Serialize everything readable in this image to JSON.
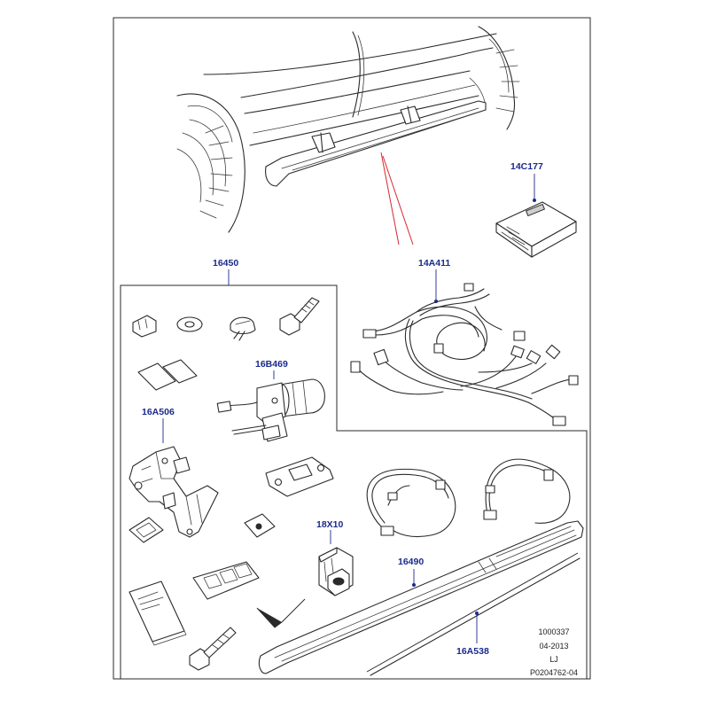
{
  "diagram": {
    "callouts": {
      "module": "14C177",
      "kit": "16450",
      "harness": "14A411",
      "motor": "16B469",
      "bracket": "16A506",
      "switch": "18X10",
      "step": "16490",
      "strip": "16A538"
    },
    "reference_block": {
      "line1": "1000337",
      "line2": "04-2013",
      "line3": "LJ",
      "line4": "P0204762-04"
    },
    "colors": {
      "callout_text": "#1a2a8c",
      "line_art": "#2a2a2a",
      "highlight_lines": "#d9262e",
      "frame": "#2a2a2a"
    }
  }
}
